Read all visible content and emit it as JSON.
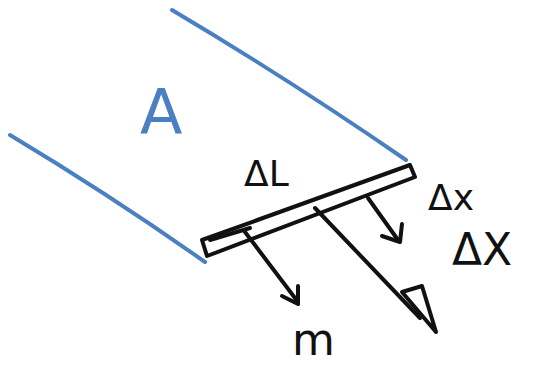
{
  "diagram": {
    "labels": [
      "A",
      "ΔL",
      "Δx",
      "ΔX",
      "m"
    ]
  }
}
